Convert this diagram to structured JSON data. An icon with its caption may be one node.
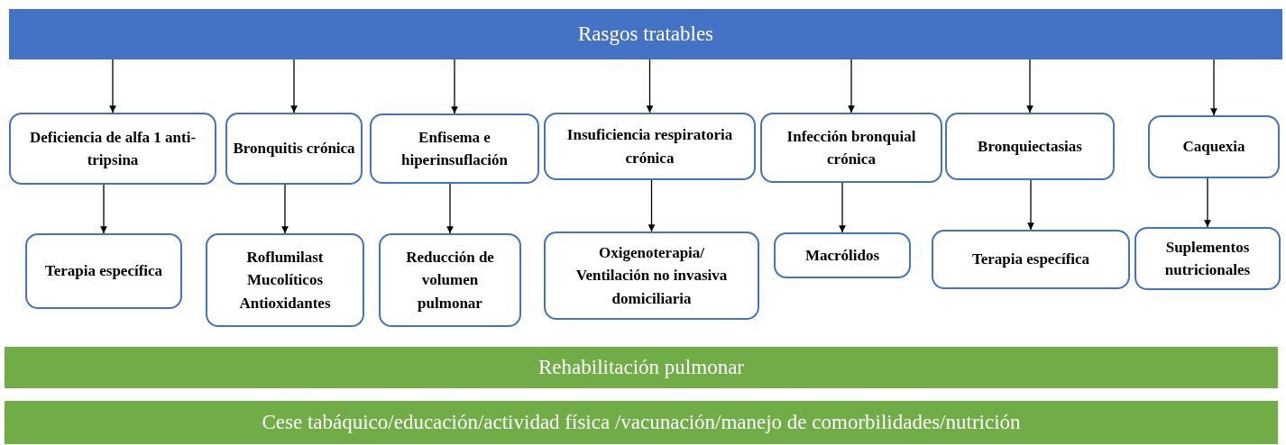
{
  "diagram": {
    "nodes": [
      {
        "text": [
          "Rasgos tratables"
        ]
      },
      {
        "text": [
          "Deficiencia de alfa 1 anti-tripsina"
        ]
      },
      {
        "text": [
          "Bronquitis crónica"
        ]
      },
      {
        "text": [
          "Enfisema e hiperinsuflación"
        ]
      },
      {
        "text": [
          "Insuficiencia respiratoria crónica"
        ]
      },
      {
        "text": [
          "Infección bronquial crónica"
        ]
      },
      {
        "text": [
          "Bronquiectasias"
        ]
      },
      {
        "text": [
          "Caquexia"
        ]
      },
      {
        "text": [
          "Terapia específica"
        ]
      },
      {
        "text": [
          "Roflumilast Mucolíticos Antioxidantes"
        ]
      },
      {
        "text": [
          "Reducción de volumen pulmonar"
        ]
      },
      {
        "text": [
          "Oxigenoterapia/ Ventilación no invasiva domiciliaria"
        ]
      },
      {
        "text": [
          "Macrólidos"
        ]
      },
      {
        "text": [
          "Terapia específica"
        ]
      },
      {
        "text": [
          "Suplementos nutricionales"
        ]
      },
      {
        "text": [
          "Rehabilitación pulmonar"
        ]
      },
      {
        "text": [
          "Cese tabáquico/educación/actividad física /vacunación/manejo de comorbilidades/nutrición"
        ]
      }
    ],
    "edges": [
      {
        "from": 0,
        "to": 1,
        "arrow": "to"
      },
      {
        "from": 0,
        "to": 2,
        "arrow": "to"
      },
      {
        "from": 0,
        "to": 3,
        "arrow": "to"
      },
      {
        "from": 0,
        "to": 4,
        "arrow": "to"
      },
      {
        "from": 0,
        "to": 5,
        "arrow": "to"
      },
      {
        "from": 0,
        "to": 6,
        "arrow": "to"
      },
      {
        "from": 0,
        "to": 7,
        "arrow": "to"
      },
      {
        "from": 1,
        "to": 8,
        "arrow": "to"
      },
      {
        "from": 2,
        "to": 9,
        "arrow": "to"
      },
      {
        "from": 3,
        "to": 10,
        "arrow": "to"
      },
      {
        "from": 4,
        "to": 11,
        "arrow": "to"
      },
      {
        "from": 5,
        "to": 12,
        "arrow": "to"
      },
      {
        "from": 6,
        "to": 13,
        "arrow": "to"
      },
      {
        "from": 7,
        "to": 14,
        "arrow": "to"
      }
    ]
  }
}
